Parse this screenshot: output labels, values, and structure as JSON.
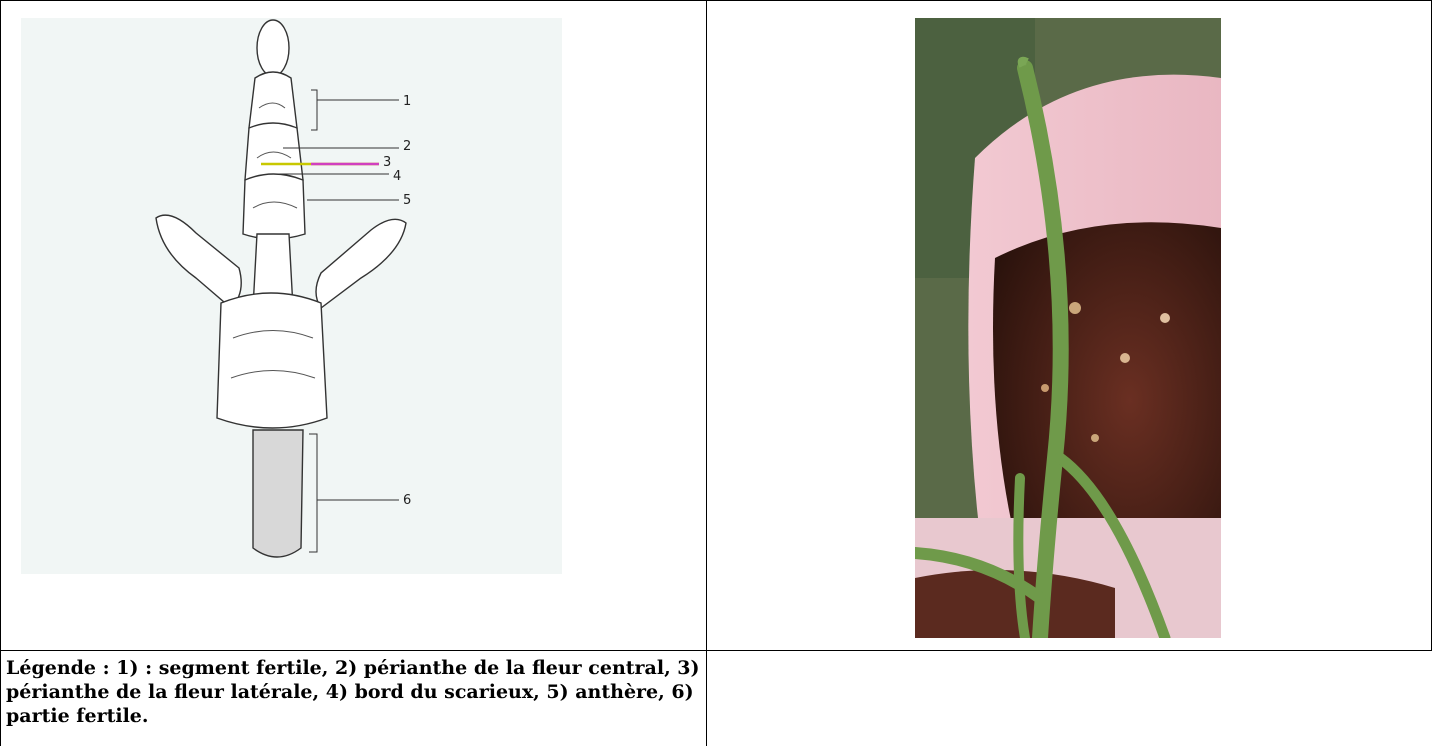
{
  "figure": {
    "callout_numbers": [
      "1",
      "2",
      "3",
      "4",
      "5",
      "6"
    ],
    "legend": "Légende : 1) : segment fertile, 2) périanthe de la fleur central, 3) périanthe de la fleur latérale, 4) bord du scarieux, 5) anthère, 6) partie fertile."
  }
}
